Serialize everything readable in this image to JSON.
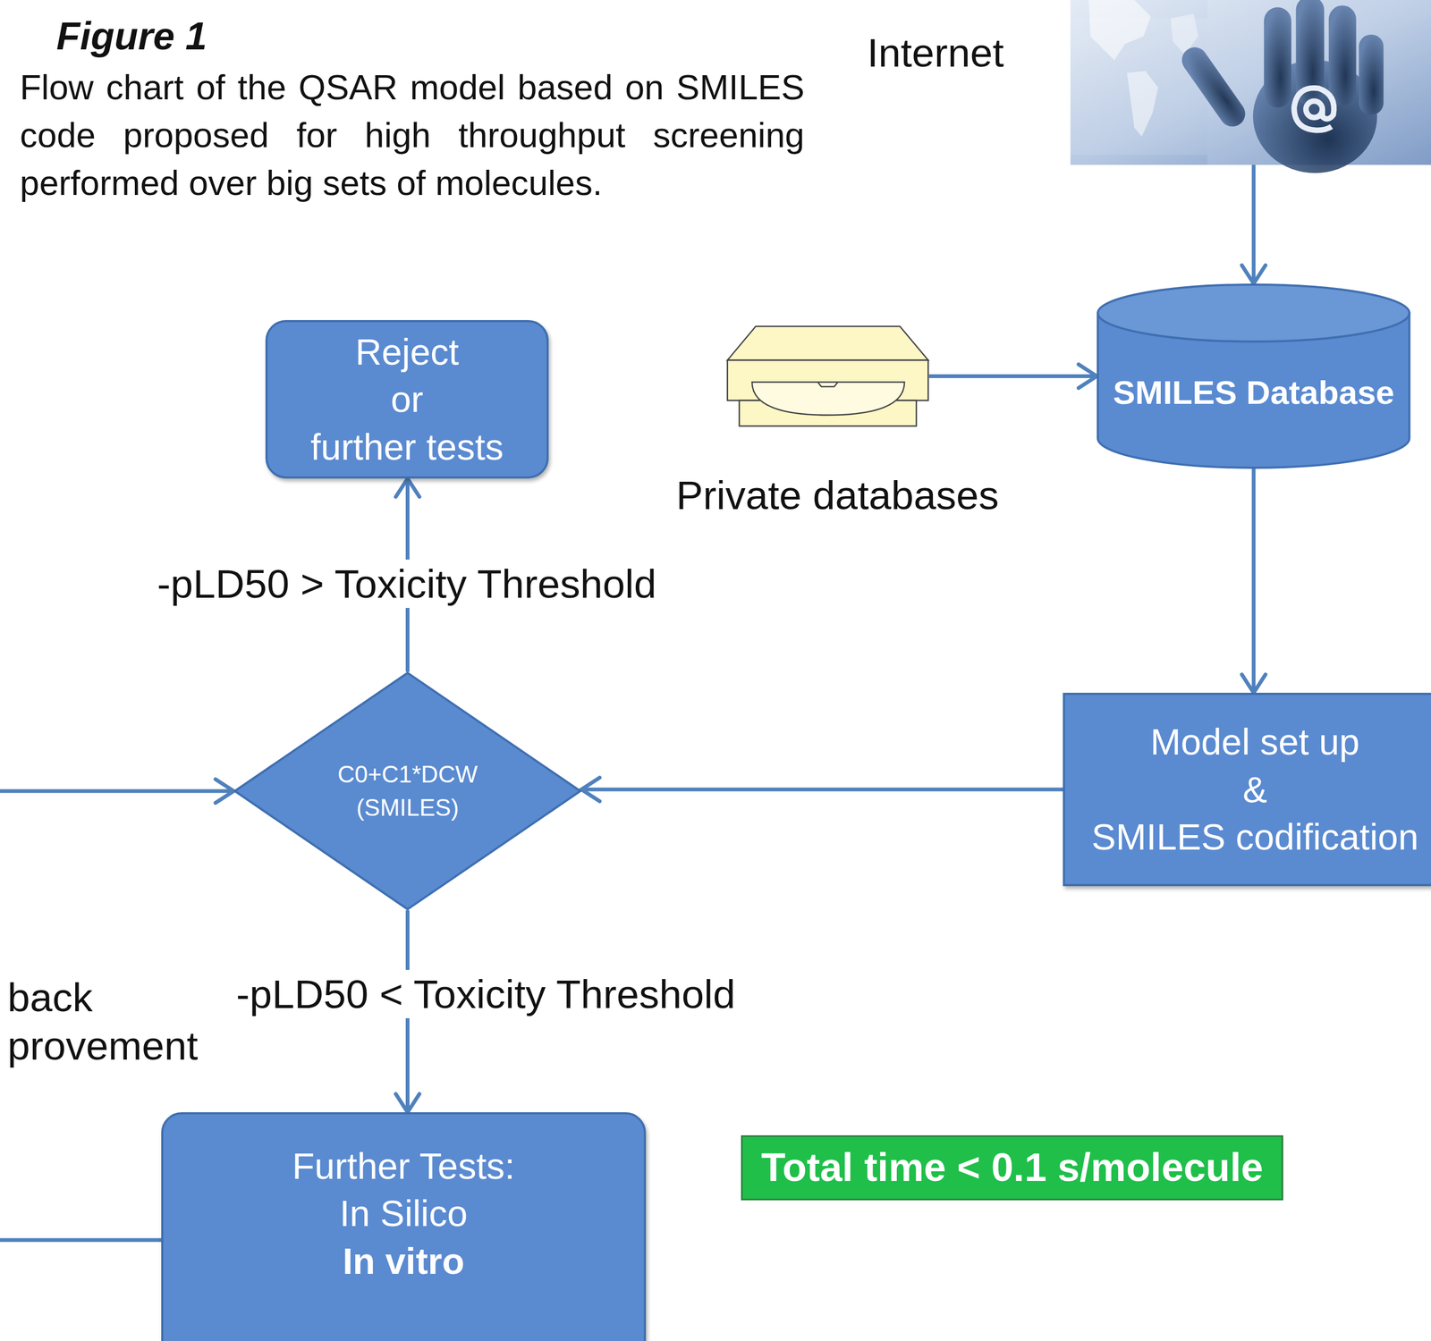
{
  "diagram": {
    "title": "Figure 1",
    "caption": "Flow chart of the QSAR model based on SMILES code proposed for high throughput screening performed over big sets of molecules.",
    "nodes": [
      {
        "text": [
          "Internet"
        ]
      },
      {
        "text": [
          "Reject",
          "or",
          "further tests"
        ]
      },
      {
        "text": [
          "Private databases"
        ]
      },
      {
        "text": [
          "SMILES Database"
        ]
      },
      {
        "text": [
          "C0+C1*DCW (SMILES)"
        ]
      },
      {
        "text": [
          "Model set up",
          "&",
          "SMILES codification"
        ]
      },
      {
        "text": [
          "Further Tests:",
          "In Silico",
          "In vitro"
        ]
      },
      {
        "text": [
          "Total time < 0.1 s/molecule"
        ]
      }
    ],
    "edges": [
      {
        "from": 0,
        "to": 3,
        "arrow": "to"
      },
      {
        "from": 2,
        "to": 3,
        "arrow": "to"
      },
      {
        "from": 3,
        "to": 5,
        "arrow": "to"
      },
      {
        "from": 5,
        "to": 4,
        "arrow": "to"
      },
      {
        "from": 4,
        "to": 1,
        "arrow": "to",
        "label": "-pLD50 > Toxicity Threshold"
      },
      {
        "from": 4,
        "to": 6,
        "arrow": "to",
        "label": "-pLD50 < Toxicity Threshold"
      },
      {
        "from": 6,
        "to": 4,
        "arrow": "to",
        "label": "back provement"
      }
    ]
  }
}
